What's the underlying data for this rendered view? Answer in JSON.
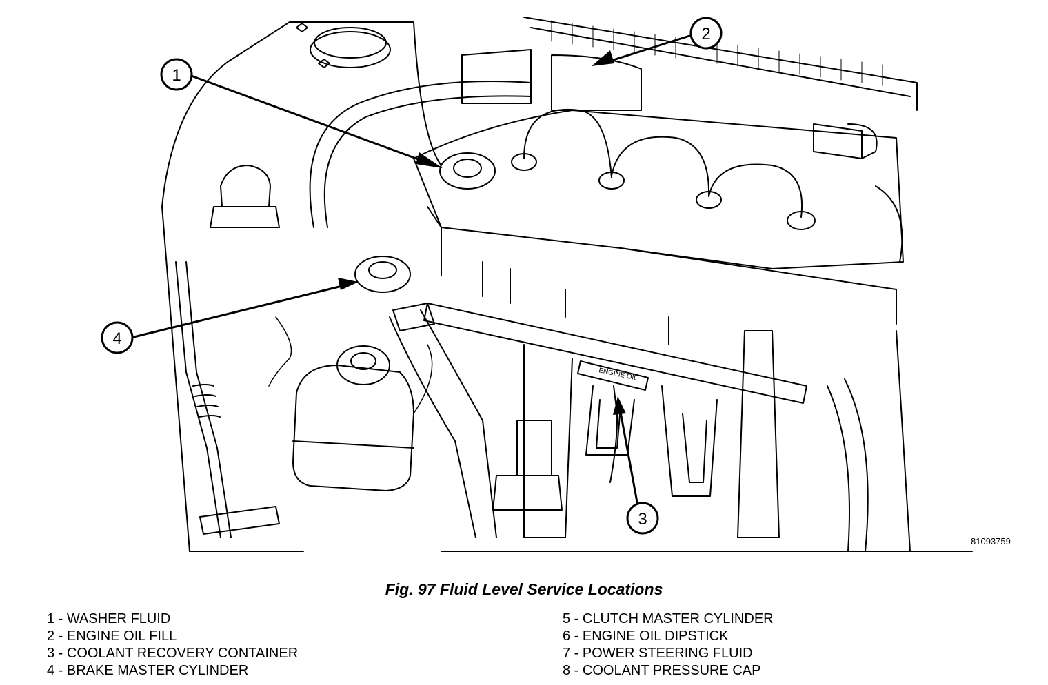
{
  "figure": {
    "id": "81093759",
    "title": "Fig. 97 Fluid Level Service Locations",
    "engine_label": "ENGINE OIL",
    "callouts": [
      "1",
      "2",
      "3",
      "4"
    ],
    "legend_left": [
      "1 - WASHER FLUID",
      "2 - ENGINE OIL FILL",
      "3 - COOLANT RECOVERY CONTAINER",
      "4 - BRAKE MASTER CYLINDER"
    ],
    "legend_right": [
      "5 - CLUTCH MASTER CYLINDER",
      "6 - ENGINE OIL DIPSTICK",
      "7 - POWER STEERING FLUID",
      "8 - COOLANT PRESSURE CAP"
    ]
  }
}
